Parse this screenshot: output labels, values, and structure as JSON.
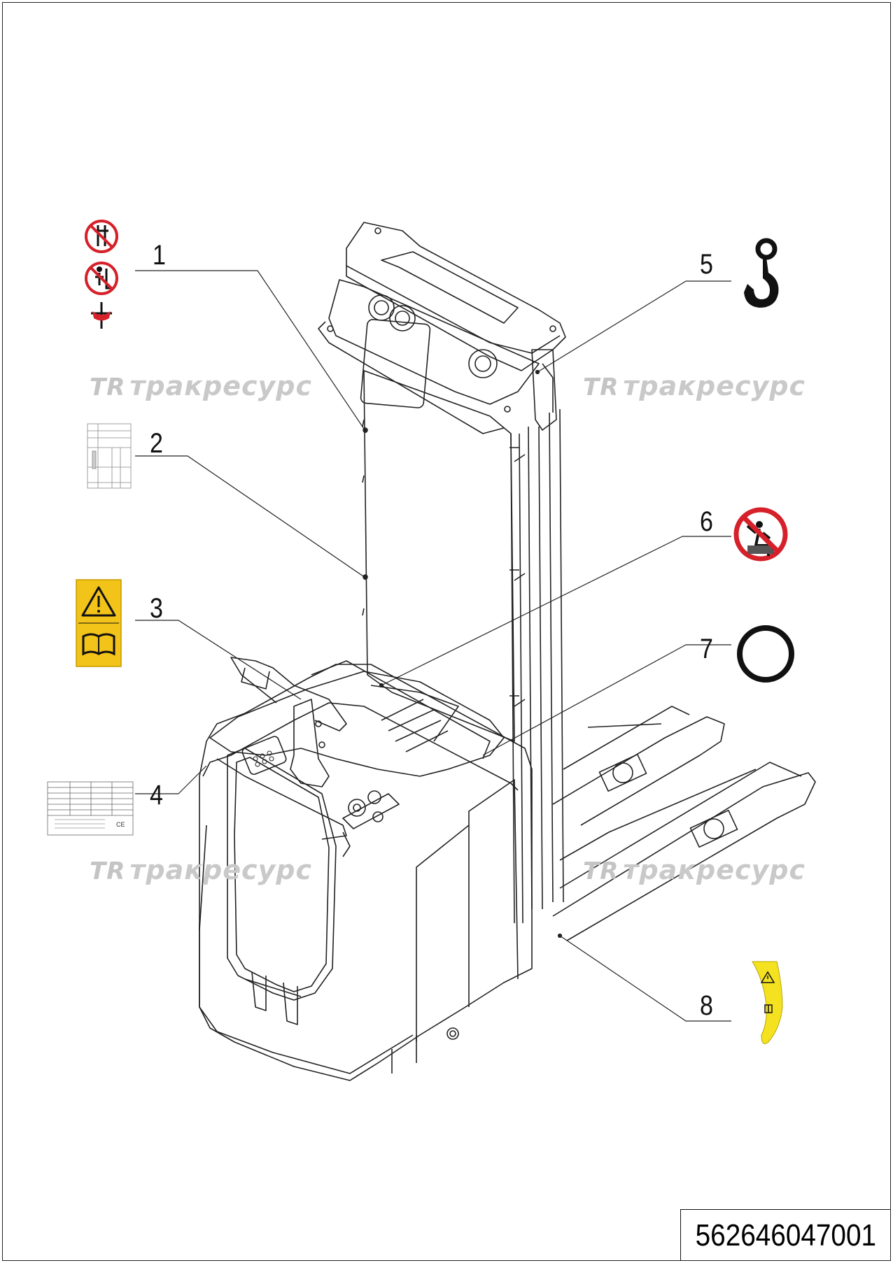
{
  "callouts": {
    "n1": "1",
    "n2": "2",
    "n3": "3",
    "n4": "4",
    "n5": "5",
    "n6": "6",
    "n7": "7",
    "n8": "8"
  },
  "watermark": {
    "logo": "TR",
    "text": "тракресурс"
  },
  "part_number": "562646047001",
  "icons": {
    "label1": "no-standing-under-load-icon",
    "label2": "load-capacity-chart-label",
    "label3": "warning-read-manual-label",
    "label4": "nameplate-label",
    "label5": "lifting-hook-icon",
    "label6": "no-riding-icon",
    "label7": "ring-seal-icon",
    "label8": "warning-manual-sticker"
  },
  "colors": {
    "prohibition_red": "#d6202a",
    "warning_yellow": "#f2c318",
    "sticker_yellow": "#f4e221",
    "line": "#222222",
    "watermark": "#c9c9c9"
  }
}
